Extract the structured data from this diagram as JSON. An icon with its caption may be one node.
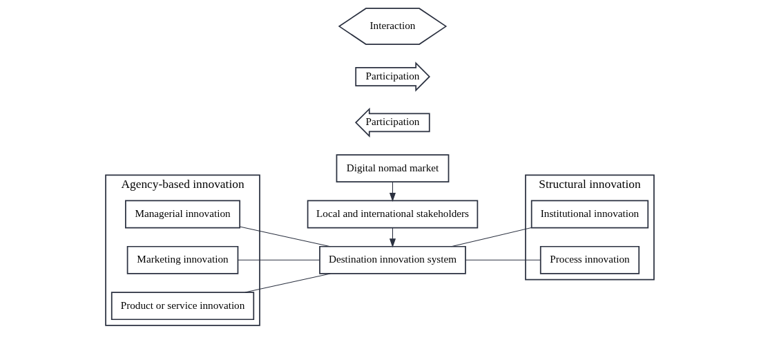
{
  "diagram": {
    "nodes": [
      {
        "text": [
          "Agency-based innovation"
        ]
      },
      {
        "text": [
          "Managerial innovation"
        ],
        "in": 0
      },
      {
        "text": [
          "Marketing innovation"
        ],
        "in": 0
      },
      {
        "text": [
          "Product or service innovation"
        ],
        "in": 0
      },
      {
        "text": [
          "Digital nomad market"
        ]
      },
      {
        "text": [
          "Local and international stakeholders"
        ]
      },
      {
        "text": [
          "Destination innovation system"
        ]
      },
      {
        "text": [
          "Participation"
        ]
      },
      {
        "text": [
          "Participation"
        ]
      },
      {
        "text": [
          "Interaction"
        ]
      },
      {
        "text": [
          "Structural innovation"
        ]
      },
      {
        "text": [
          "Institutional innovation"
        ],
        "in": 10
      },
      {
        "text": [
          "Process innovation"
        ],
        "in": 10
      }
    ],
    "edges": [
      {
        "from": 4,
        "to": 5,
        "arrow": "to"
      },
      {
        "from": 5,
        "to": 6,
        "arrow": "to"
      },
      {
        "from": 1,
        "to": 6,
        "arrow": "none"
      },
      {
        "from": 2,
        "to": 6,
        "arrow": "none"
      },
      {
        "from": 3,
        "to": 6,
        "arrow": "none"
      },
      {
        "from": 6,
        "to": 11,
        "arrow": "none"
      },
      {
        "from": 6,
        "to": 12,
        "arrow": "none"
      }
    ]
  }
}
